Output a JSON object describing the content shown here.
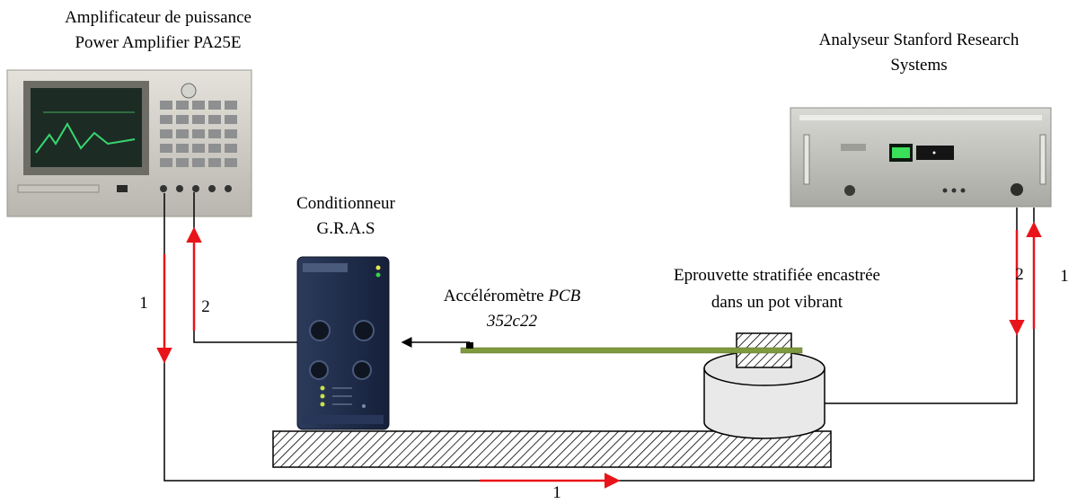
{
  "labels": {
    "amplifier": {
      "line1": "Amplificateur de puissance",
      "line2": "Power Amplifier PA25E"
    },
    "analyzer": {
      "line1": "Analyseur Stanford Research",
      "line2": "Systems"
    },
    "conditioner": {
      "line1": "Conditionneur",
      "line2": "G.R.A.S"
    },
    "accelerometer": {
      "line1_prefix": "Accéléromètre ",
      "line1_italic": "PCB",
      "line2": "352c22"
    },
    "specimen": {
      "line1": "Eprouvette stratifiée encastrée",
      "line2": "dans un pot vibrant"
    }
  },
  "channels": {
    "left_out": "1",
    "left_in": "2",
    "right_out": "2",
    "right_in": "1",
    "bottom": "1"
  },
  "colors": {
    "arrow": "#e8141a",
    "wire": "#000000",
    "beam": "#7f9a3e",
    "device_panel": "#c9c9c2",
    "conditioner_body": "#1d2a44"
  },
  "icons": [
    "amplifier-device",
    "analyzer-device",
    "conditioner-device",
    "shaker-pot",
    "clamp",
    "base-plate",
    "accelerometer-sensor"
  ]
}
